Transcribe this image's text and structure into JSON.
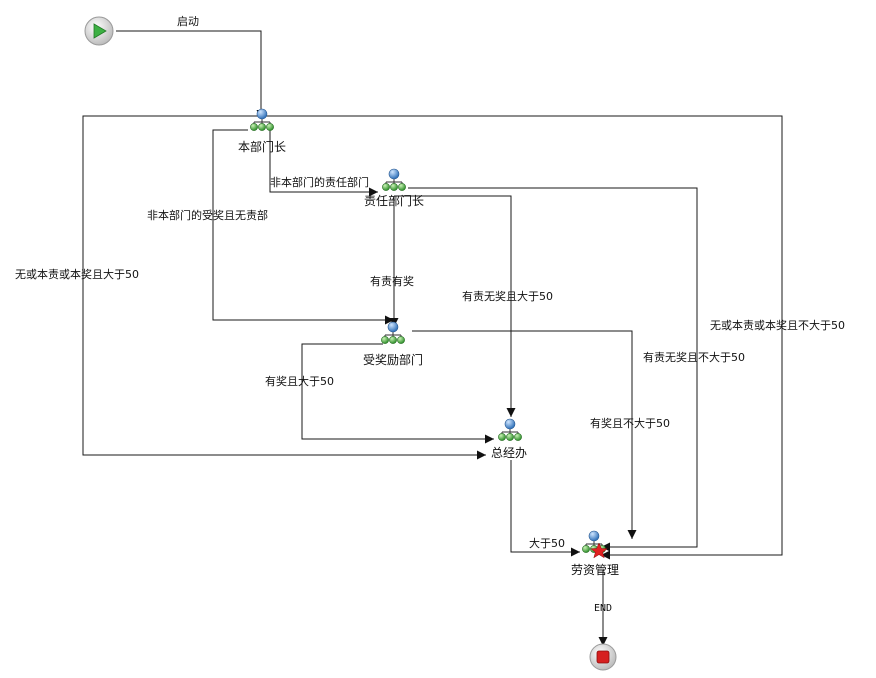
{
  "nodes": {
    "start": {
      "label": ""
    },
    "dept_head": {
      "label": "本部门长"
    },
    "resp_dept_head": {
      "label": "责任部门长"
    },
    "award_dept": {
      "label": "受奖励部门"
    },
    "general_office": {
      "label": "总经办"
    },
    "payroll": {
      "label": "劳资管理"
    },
    "end": {
      "label": ""
    }
  },
  "edges": {
    "start_to_dept": "启动",
    "to_resp": "非本部门的责任部门",
    "to_award_no_resp": "非本部门的受奖且无责部",
    "dept_to_general": "无或本责或本奖且大于50",
    "dept_to_payroll": "无或本责或本奖且不大于50",
    "resp_to_award": "有责有奖",
    "resp_to_general": "有责无奖且大于50",
    "resp_to_payroll": "有责无奖且不大于50",
    "award_to_general": "有奖且大于50",
    "award_to_payroll": "有奖且不大于50",
    "general_to_payroll": "大于50",
    "payroll_to_end": "END"
  },
  "colors": {
    "start": "#3cb043",
    "end": "#d62020",
    "person_head": "#4a90d9",
    "person_body": "#3aa83a",
    "highlight_star": "#e02020"
  }
}
